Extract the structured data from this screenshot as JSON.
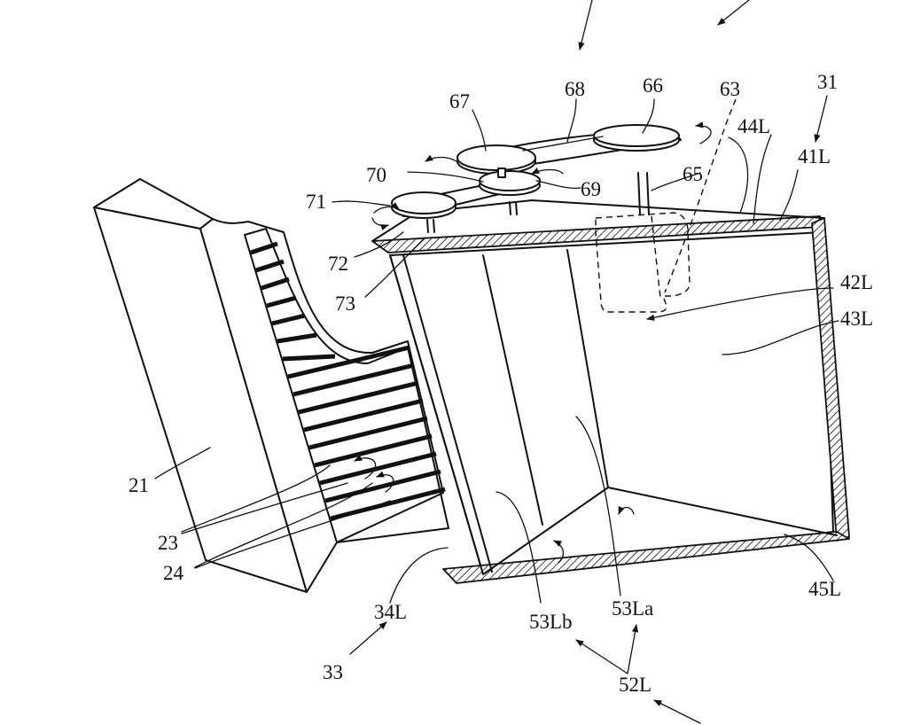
{
  "labels": {
    "l31": "31",
    "l41L": "41L",
    "l44L": "44L",
    "l63": "63",
    "l65": "65",
    "l66": "66",
    "l67": "67",
    "l68": "68",
    "l69": "69",
    "l70": "70",
    "l71": "71",
    "l72": "72",
    "l73": "73",
    "l42L": "42L",
    "l43L": "43L",
    "l21": "21",
    "l23": "23",
    "l24": "24",
    "l34L": "34L",
    "l33": "33",
    "l53Lb": "53Lb",
    "l53La": "53La",
    "l52L": "52L",
    "l45L": "45L"
  }
}
